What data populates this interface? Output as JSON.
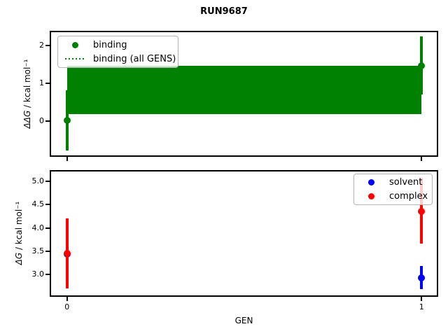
{
  "title": "RUN9687",
  "colors": {
    "binding": "#008000",
    "solvent": "#0000ff",
    "complex": "#ff0000",
    "spine": "#000000",
    "legend_border": "#b3b3b3",
    "legend_bg": "rgba(255,255,255,0.8)"
  },
  "chart_data": [
    {
      "type": "scatter",
      "subplot": "top",
      "title": "RUN9687",
      "ylabel": "ΔΔG / kcal mol⁻¹",
      "ylabel_math": "ΔΔG",
      "ylabel_units": " / kcal mol⁻¹",
      "xlabel": "",
      "xlim": [
        -0.047,
        1.045
      ],
      "ylim": [
        -0.93,
        2.37
      ],
      "grid": false,
      "yticks": {
        "values": [
          0,
          1,
          2
        ],
        "labels": [
          "0",
          "1",
          "2"
        ]
      },
      "xticks": {
        "values": [
          0,
          1
        ],
        "labels": [
          "",
          ""
        ]
      },
      "legend": {
        "position": "upper left",
        "entries": [
          {
            "label": "binding",
            "sample": "dot",
            "color": "#008000"
          },
          {
            "label": "binding (all GENS)",
            "sample": "dotted-line",
            "color": "#008000"
          }
        ]
      },
      "series": [
        {
          "name": "binding",
          "color": "#008000",
          "marker": "o",
          "x": [
            0,
            1
          ],
          "y": [
            0.02,
            1.47
          ],
          "err_lo": [
            -0.78,
            0.7
          ],
          "err_hi": [
            0.82,
            2.24
          ]
        }
      ],
      "band": {
        "name": "binding (all GENS)",
        "color": "#008000",
        "x_range": [
          0,
          1
        ],
        "y_lo": 0.19,
        "y_hi": 1.47,
        "center": 0.83,
        "center_linestyle": "dotted"
      }
    },
    {
      "type": "scatter",
      "subplot": "bottom",
      "ylabel": "ΔG / kcal mol⁻¹",
      "ylabel_math": "ΔG",
      "ylabel_units": " / kcal mol⁻¹",
      "xlabel": "GEN",
      "xlim": [
        -0.047,
        1.045
      ],
      "ylim": [
        2.53,
        5.23
      ],
      "grid": false,
      "yticks": {
        "values": [
          3.0,
          3.5,
          4.0,
          4.5,
          5.0
        ],
        "labels": [
          "3.0",
          "3.5",
          "4.0",
          "4.5",
          "5.0"
        ]
      },
      "xticks": {
        "values": [
          0,
          1
        ],
        "labels": [
          "0",
          "1"
        ]
      },
      "legend": {
        "position": "upper right",
        "entries": [
          {
            "label": "solvent",
            "sample": "dot",
            "color": "#0000ff"
          },
          {
            "label": "complex",
            "sample": "dot",
            "color": "#ff0000"
          }
        ]
      },
      "series": [
        {
          "name": "solvent",
          "color": "#0000ff",
          "marker": "o",
          "x": [
            0,
            1
          ],
          "y": [
            3.43,
            2.92
          ],
          "err_lo": [
            3.26,
            2.68
          ],
          "err_hi": [
            3.62,
            3.18
          ]
        },
        {
          "name": "complex",
          "color": "#ff0000",
          "marker": "o",
          "x": [
            0,
            1
          ],
          "y": [
            3.45,
            4.35
          ],
          "err_lo": [
            2.7,
            3.66
          ],
          "err_hi": [
            4.21,
            5.08
          ]
        }
      ]
    }
  ]
}
